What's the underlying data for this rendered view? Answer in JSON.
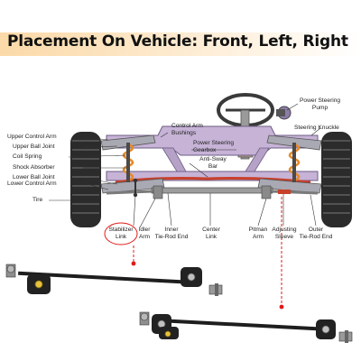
{
  "title": "Placement On Vehicle: Front, Left, Right",
  "labels": {
    "upper_control_arm": "Upper Control Arm",
    "upper_ball_joint": "Upper Ball Joint",
    "coil_spring": "Coil Spring",
    "shock_absorber": "Shock Absorber",
    "lower_ball_joint": "Lower Ball Joint",
    "lower_control_arm": "Lower Control Arm",
    "tire": "Tire",
    "control_arm_bushings_1": "Control Arm",
    "control_arm_bushings_2": "Bushings",
    "power_steering_gearbox_1": "Power Steering",
    "power_steering_gearbox_2": "Gearbox",
    "anti_sway_bar_1": "Anti-Sway",
    "anti_sway_bar_2": "Bar",
    "power_steering_pump_1": "Power Steering",
    "power_steering_pump_2": "Pump",
    "steering_knuckle": "Steering Knuckle",
    "stabilizer_link_1": "Stabilizer",
    "stabilizer_link_2": "Link",
    "idler_arm_1": "Idler",
    "idler_arm_2": "Arm",
    "inner_tie_rod_1": "Inner",
    "inner_tie_rod_2": "Tie-Rod End",
    "center_link_1": "Center",
    "center_link_2": "Link",
    "pitman_arm_1": "Pitman",
    "pitman_arm_2": "Arm",
    "adjusting_sleeve_1": "Adjusting",
    "adjusting_sleeve_2": "Sleeve",
    "outer_tie_rod_1": "Outer",
    "outer_tie_rod_2": "Tie-Rod End"
  },
  "colors": {
    "banner": "#fbd9a8",
    "frame": "#c6b3d6",
    "spring": "#e88a2a",
    "highlight": "#e01a1a",
    "tire": "#2b2b2b"
  }
}
